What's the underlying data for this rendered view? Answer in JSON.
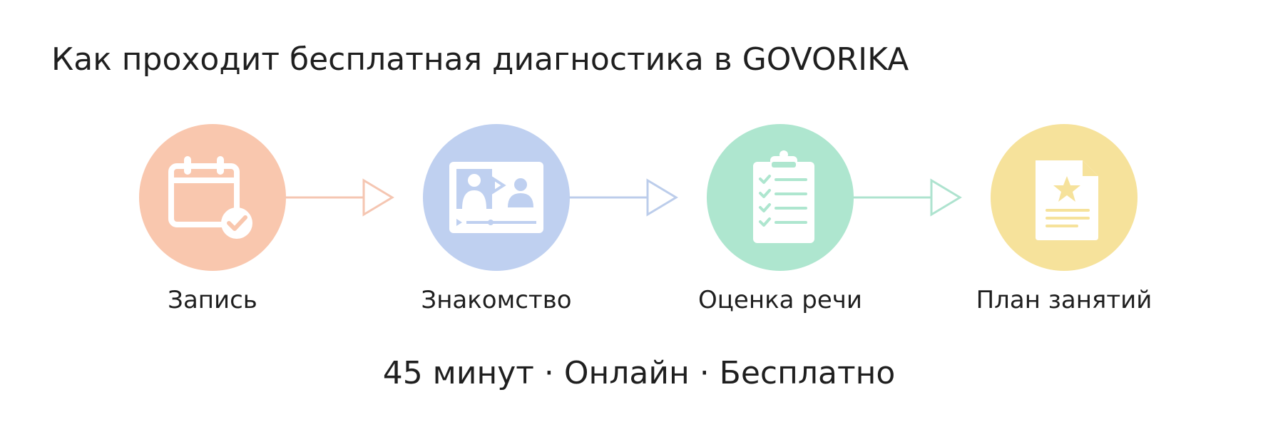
{
  "title": "Как проходит бесплатная диагностика в GOVORIKA",
  "steps": [
    {
      "label": "Запись",
      "icon": "calendar-check-icon",
      "color": "#F9C7AE",
      "arrow_color": "#F5C6B2"
    },
    {
      "label": "Знакомство",
      "icon": "video-call-icon",
      "color": "#BFD0F0",
      "arrow_color": "#BCCDEB"
    },
    {
      "label": "Оценка речи",
      "icon": "clipboard-checklist-icon",
      "color": "#AEE6CF",
      "arrow_color": "#AEE3CF"
    },
    {
      "label": "План занятий",
      "icon": "document-star-icon",
      "color": "#F6E29B"
    }
  ],
  "footer": "45 минут · Онлайн · Бесплатно"
}
